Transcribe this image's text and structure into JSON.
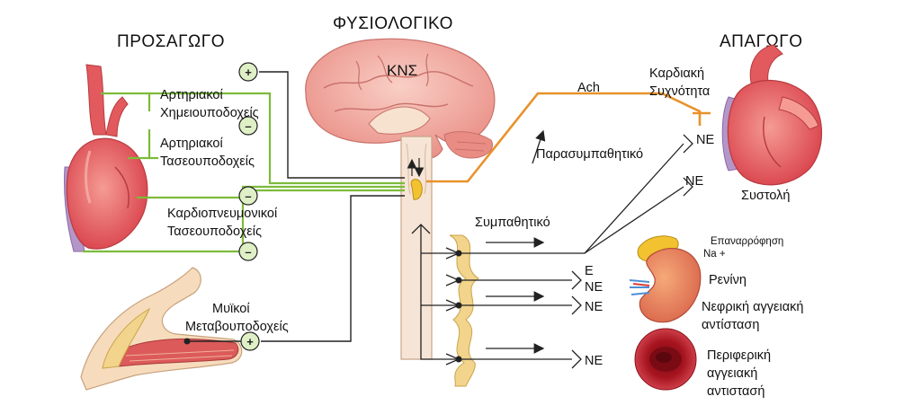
{
  "titles": {
    "afferent": "ΠΡΟΣΑΓΩΓΟ",
    "physiological": "ΦΥΣΙΟΛΟΓΙΚΟ",
    "efferent": "ΑΠΑΓΩΓΟ",
    "cns": "ΚΝΣ"
  },
  "receptors": {
    "arterial_chemo": {
      "line1": "Αρτηριακοί",
      "line2": "Χημειουποδοχείς",
      "sign": "+"
    },
    "arterial_baro": {
      "line1": "Αρτηριακοί",
      "line2": "Τασεουποδοχείς",
      "sign": "–"
    },
    "cardiopulmonary": {
      "line1": "Καρδιοπνευμονικοί",
      "line2": "Τασεουποδοχείς",
      "sign": "–"
    },
    "extra_sign": "–",
    "muscle_metabo": {
      "line1": "Μυϊκοί",
      "line2": "Μεταβουποδοχείς",
      "sign": "+"
    }
  },
  "efferent": {
    "ach": "Ach",
    "heart_rate": {
      "line1": "Καρδιακή",
      "line2": "Συχνότητα"
    },
    "parasympathetic": "Παρασυμπαθητικό",
    "sympathetic": "Συμπαθητικό",
    "contraction": "Συστολή",
    "ne": "NE",
    "e": "E",
    "na_reabsorption": {
      "line1": "Επαναρρόφηση",
      "line2": "Na +"
    },
    "renin": "Ρενίνη",
    "renal_resistance": {
      "line1": "Νεφρική αγγειακή",
      "line2": "αντίσταση"
    },
    "peripheral_resistance": {
      "line1": "Περιφερική",
      "line2": "αγγειακή",
      "line3": "αντιστασή"
    }
  },
  "colors": {
    "afferent_line": "#7cbb3a",
    "parasympathetic_line": "#e8922a",
    "heart": "#e7555a",
    "brain": "#f1a9a0",
    "nerve": "#f2d48c"
  }
}
